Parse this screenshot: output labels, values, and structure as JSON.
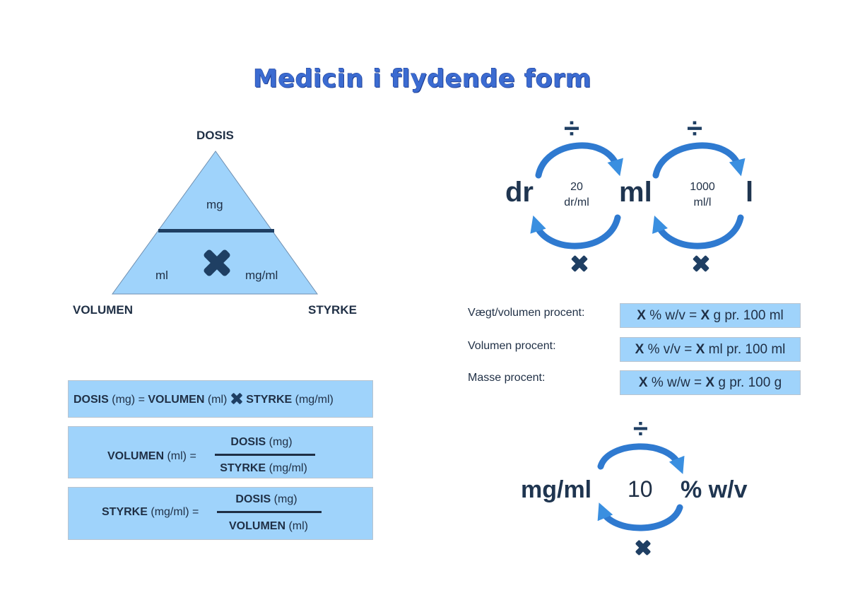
{
  "title": "Medicin i flydende form",
  "triangle": {
    "top_label": "DOSIS",
    "left_label": "VOLUMEN",
    "right_label": "STYRKE",
    "upper_unit": "mg",
    "lower_left_unit": "ml",
    "lower_right_unit": "mg/ml"
  },
  "formulas": {
    "f1": {
      "dosis": "DOSIS",
      "dosis_unit": "(mg) =",
      "volumen": "VOLUMEN",
      "volumen_unit": "(ml)",
      "styrke": "STYRKE",
      "styrke_unit": "(mg/ml)"
    },
    "f2": {
      "left": "VOLUMEN",
      "left_unit": "(ml) =",
      "num": "DOSIS",
      "num_unit": "(mg)",
      "den": "STYRKE",
      "den_unit": "(mg/ml)"
    },
    "f3": {
      "left": "STYRKE",
      "left_unit": "(mg/ml) =",
      "num": "DOSIS",
      "num_unit": "(mg)",
      "den": "VOLUMEN",
      "den_unit": "(ml)"
    }
  },
  "conversion_top": {
    "unit_a": "dr",
    "unit_b": "ml",
    "unit_c": "l",
    "factor_ab_value": "20",
    "factor_ab_unit": "dr/ml",
    "factor_bc_value": "1000",
    "factor_bc_unit": "ml/l",
    "divide_symbol": "÷"
  },
  "percent": {
    "rows": [
      {
        "label": "Vægt/volumen procent:",
        "x": "X",
        "expr1": "% w/v =",
        "x2": "X",
        "expr2": "g pr. 100 ml"
      },
      {
        "label": "Volumen procent:",
        "x": "X",
        "expr1": "% v/v =",
        "x2": "X",
        "expr2": "ml pr. 100 ml"
      },
      {
        "label": "Masse procent:",
        "x": "X",
        "expr1": "% w/w =",
        "x2": "X",
        "expr2": "g pr. 100 g"
      }
    ]
  },
  "conversion_bottom": {
    "unit_a": "mg/ml",
    "unit_b": "% w/v",
    "factor": "10",
    "divide_symbol": "÷"
  },
  "colors": {
    "triangle_fill": "#9fd3fb",
    "dark_navy": "#1f3f63",
    "arrow_blue": "#2f7ad0",
    "box_fill": "#9fd3fb",
    "title_blue": "#3b6bd1"
  }
}
